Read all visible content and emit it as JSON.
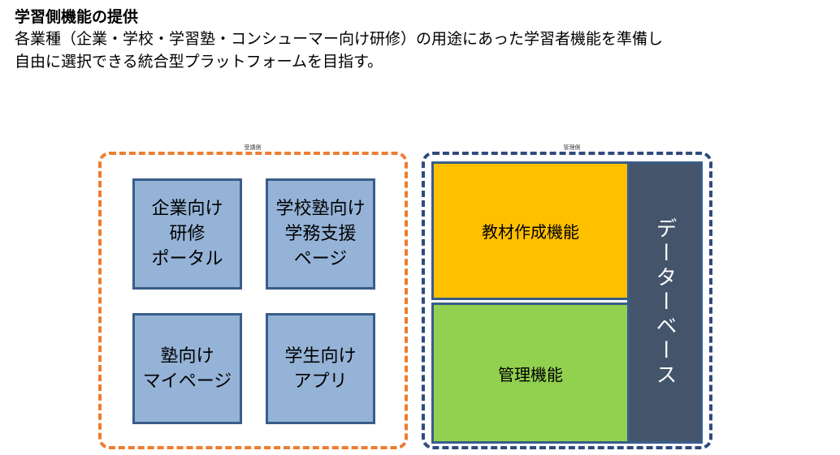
{
  "header": {
    "title": "学習側機能の提供",
    "description_line1": "各業種（企業・学校・学習塾・コンシューマー向け研修）の用途にあった学習者機能を準備し",
    "description_line2": "自由に選択できる統合型プラットフォームを目指す。"
  },
  "diagram": {
    "learner_group": {
      "label": "受講側",
      "boxes": [
        "企業向け\n研修\nポータル",
        "学校塾向け\n学務支援\nページ",
        "塾向け\nマイページ",
        "学生向け\nアプリ"
      ]
    },
    "admin_group": {
      "label": "管理側",
      "material_function": "教材作成機能",
      "management_function": "管理機能",
      "database": "データーベース"
    }
  },
  "colors": {
    "learner_border": "#ED7D31",
    "admin_border": "#2F4B7C",
    "box_fill": "#95B3D7",
    "box_border": "#385D8A",
    "material_fill": "#FFC000",
    "management_fill": "#92D050",
    "database_fill": "#44546A"
  }
}
